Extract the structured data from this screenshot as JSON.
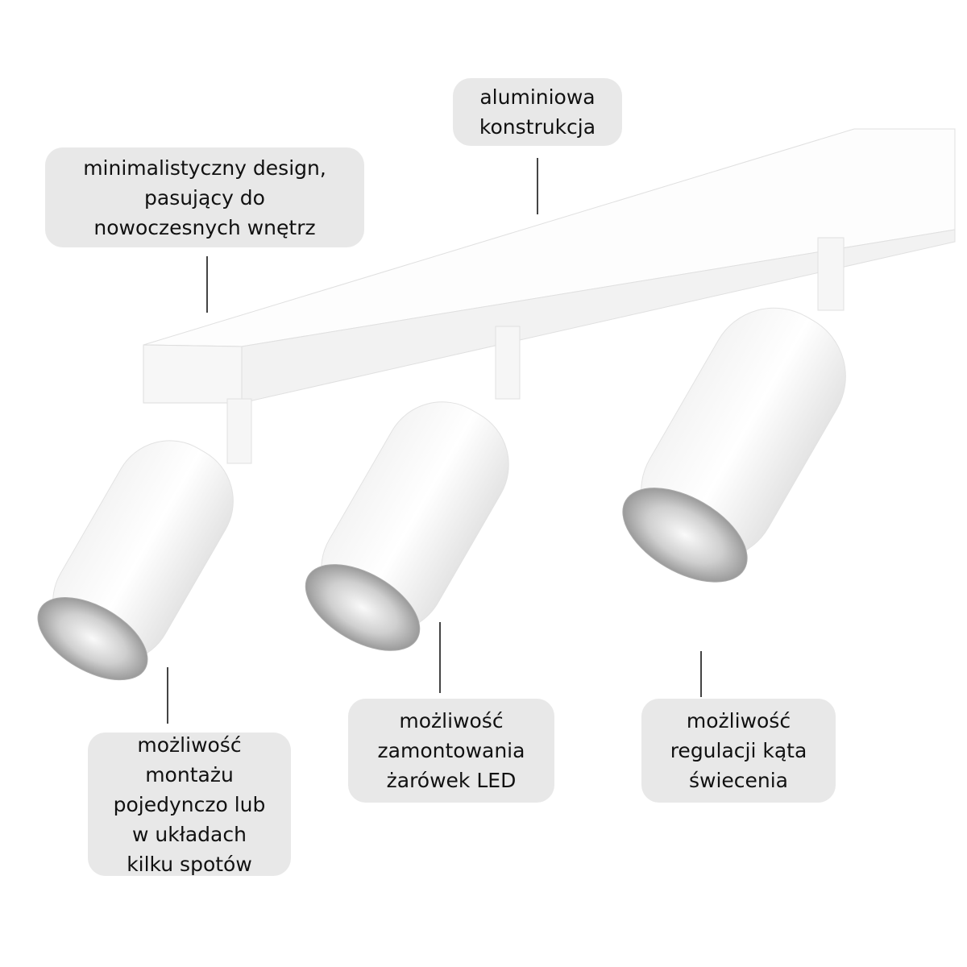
{
  "callouts": {
    "material": {
      "lines": [
        "aluminiowa",
        "konstrukcja"
      ]
    },
    "design": {
      "lines": [
        "minimalistyczny design,",
        "pasujący do",
        "nowoczesnych wnętrz"
      ]
    },
    "mounting": {
      "lines": [
        "możliwość",
        "montażu",
        "pojedynczo lub",
        "w układach",
        "kilku spotów"
      ]
    },
    "bulbs": {
      "lines": [
        "możliwość",
        "zamontowania",
        "żarówek LED"
      ]
    },
    "angle": {
      "lines": [
        "możliwość",
        "regulacji kąta",
        "świecenia"
      ]
    }
  },
  "colors": {
    "callout_bg": "#e8e8e8",
    "text": "#111111",
    "lamp": "#ffffff",
    "lamp_shade": "#e2e2e2"
  }
}
